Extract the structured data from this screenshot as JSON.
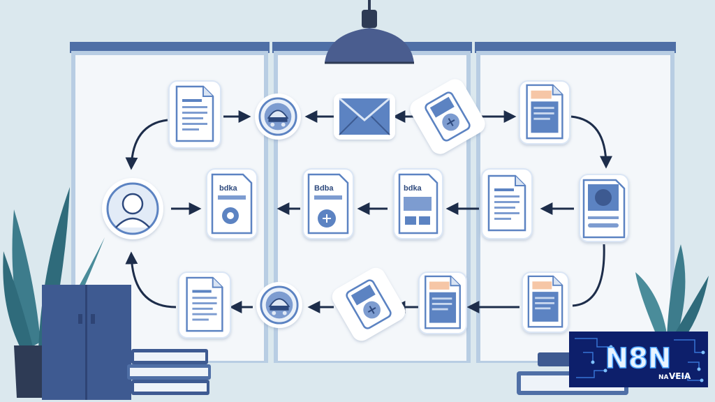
{
  "scene": {
    "description_hidden": "",
    "doc_labels": {
      "doc_a": "bdka",
      "doc_b": "Bdba",
      "doc_c": "bdka"
    }
  },
  "logo": {
    "main": "N8N",
    "sub_left": "NA",
    "sub_right": "VEIA"
  },
  "colors": {
    "wall": "#dbe8ee",
    "window_frame": "#4f6fa6",
    "window_pane": "#f4f7fa",
    "card_border": "#dbe6f5",
    "doc_blue": "#5b83c2",
    "arrow": "#1d2d4a",
    "plant_green": "#3d7c8c",
    "logo_bg": "#0d1f6b"
  },
  "icons": [
    "document-icon",
    "robot-node-icon",
    "email-icon",
    "tag-icon",
    "user-avatar-icon",
    "gear-doc-icon",
    "lamp-icon",
    "plant-icon",
    "books-icon",
    "cabinet-icon"
  ]
}
